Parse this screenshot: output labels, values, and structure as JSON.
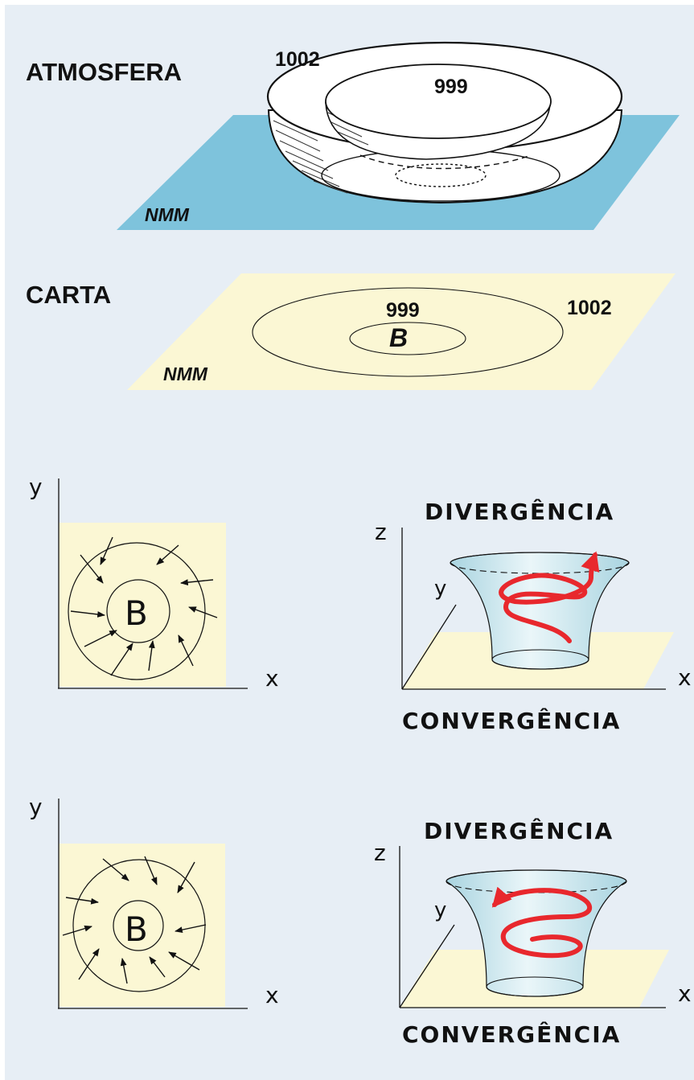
{
  "colors": {
    "panel_bg": "#e7eef5",
    "sea_level_plane": "#7ec3dc",
    "chart_plane": "#fbf7d4",
    "spiral": "#e8282d",
    "funnel": "#bfe1ea"
  },
  "atmosphere": {
    "label": "ATMOSFERA",
    "isobar_outer": "1002",
    "isobar_inner": "999",
    "plane_label": "NMM"
  },
  "carta": {
    "label": "CARTA",
    "isobar_inner": "999",
    "isobar_outer": "1002",
    "center_label": "B",
    "plane_label": "NMM"
  },
  "diagram_a": {
    "plan": {
      "axis_y": "y",
      "axis_x": "x",
      "center_label": "B"
    },
    "cylinder": {
      "top_label": "DIVERGÊNCIA",
      "bottom_label": "CONVERGÊNCIA",
      "axis_z": "z",
      "axis_y": "y",
      "axis_x": "x"
    }
  },
  "diagram_b": {
    "plan": {
      "axis_y": "y",
      "axis_x": "x",
      "center_label": "B"
    },
    "cylinder": {
      "top_label": "DIVERGÊNCIA",
      "bottom_label": "CONVERGÊNCIA",
      "axis_z": "z",
      "axis_y": "y",
      "axis_x": "x"
    }
  }
}
